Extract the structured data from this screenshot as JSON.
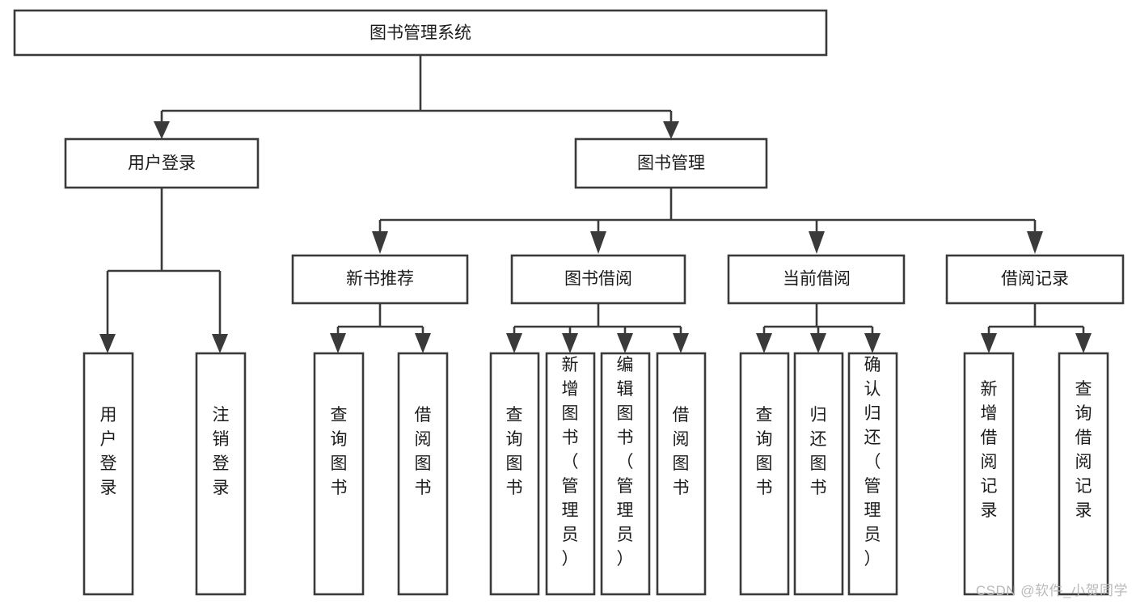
{
  "diagram": {
    "type": "tree",
    "title": "图书管理系统",
    "orientation": "top-down",
    "watermark": "CSDN @软件_小贺同学",
    "colors": {
      "box_stroke": "#3a3a3a",
      "box_fill": "#ffffff",
      "text": "#1b1b1b",
      "background": "#ffffff",
      "watermark": "#b9b9b9"
    },
    "levels": {
      "root": {
        "label": "图书管理系统",
        "orientation": "horizontal"
      },
      "level2": [
        {
          "label": "用户登录",
          "orientation": "horizontal"
        },
        {
          "label": "图书管理",
          "orientation": "horizontal"
        }
      ],
      "level3": [
        {
          "label": "新书推荐",
          "orientation": "horizontal"
        },
        {
          "label": "图书借阅",
          "orientation": "horizontal"
        },
        {
          "label": "当前借阅",
          "orientation": "horizontal"
        },
        {
          "label": "借阅记录",
          "orientation": "horizontal"
        }
      ],
      "leaves": [
        {
          "label": "用户登录",
          "orientation": "vertical",
          "parent": "用户登录"
        },
        {
          "label": "注销登录",
          "orientation": "vertical",
          "parent": "用户登录"
        },
        {
          "label": "查询图书",
          "orientation": "vertical",
          "parent": "新书推荐"
        },
        {
          "label": "借阅图书",
          "orientation": "vertical",
          "parent": "新书推荐"
        },
        {
          "label": "查询图书",
          "orientation": "vertical",
          "parent": "图书借阅"
        },
        {
          "label": "新增图书（管理员）",
          "orientation": "vertical",
          "parent": "图书借阅"
        },
        {
          "label": "编辑图书（管理员）",
          "orientation": "vertical",
          "parent": "图书借阅"
        },
        {
          "label": "借阅图书",
          "orientation": "vertical",
          "parent": "图书借阅"
        },
        {
          "label": "查询图书",
          "orientation": "vertical",
          "parent": "当前借阅"
        },
        {
          "label": "归还图书",
          "orientation": "vertical",
          "parent": "当前借阅"
        },
        {
          "label": "确认归还（管理员）",
          "orientation": "vertical",
          "parent": "当前借阅"
        },
        {
          "label": "新增借阅记录",
          "orientation": "vertical",
          "parent": "借阅记录"
        },
        {
          "label": "查询借阅记录",
          "orientation": "vertical",
          "parent": "借阅记录"
        }
      ]
    }
  }
}
